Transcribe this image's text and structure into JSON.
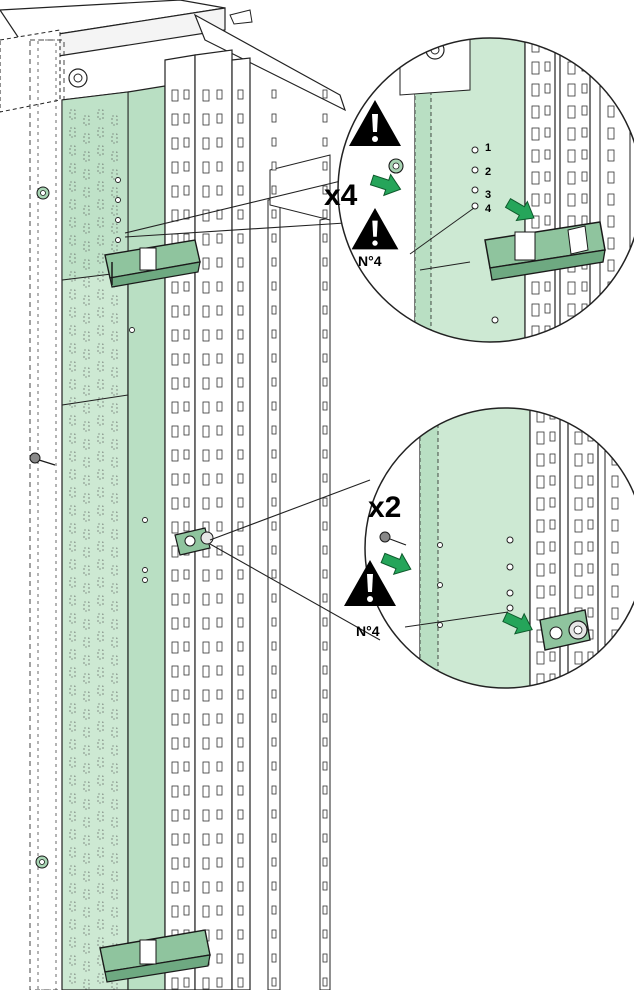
{
  "colors": {
    "panel": "#cde9d3",
    "panel_dark": "#a8d5b4",
    "clip": "#8fc49e",
    "arrow": "#25a55a",
    "line": "#222222",
    "dashed": "#444444",
    "warning": "#000000"
  },
  "icons": [
    "warning-icon",
    "push-arrow-icon",
    "screw-icon",
    "clip-bracket-icon",
    "spacer-washer-icon"
  ],
  "callout_top": {
    "quantity": "x4",
    "hole_label": "N°4",
    "hole_numbers": [
      "1",
      "2",
      "3",
      "4"
    ]
  },
  "callout_bottom": {
    "quantity": "x2",
    "hole_label": "N°4"
  }
}
